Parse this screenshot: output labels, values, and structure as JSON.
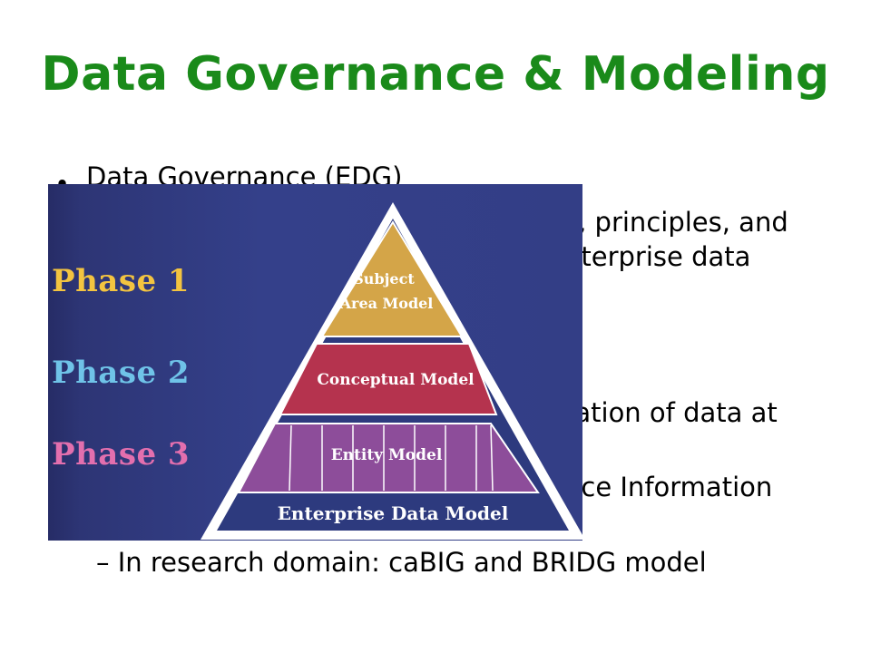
{
  "slide": {
    "title": "Data Governance & Modeling",
    "bullet": "Data Governance (EDG)",
    "hidden_line_1": "s, principles, and",
    "hidden_line_2": "nterprise data",
    "hidden_line_3": "tation of data at",
    "hidden_line_4": "nce Information",
    "sub_bullet": "– In research domain: caBIG and BRIDG model"
  },
  "figure": {
    "phases": [
      {
        "label": "Phase 1",
        "color": "#f3c440"
      },
      {
        "label": "Phase 2",
        "color": "#6fc3e8"
      },
      {
        "label": "Phase 3",
        "color": "#e36fae"
      }
    ],
    "pyramid": {
      "top_label_line1": "Subject",
      "top_label_line2": "Area Model",
      "middle_label": "Conceptual Model",
      "bottom_label": "Entity Model",
      "base_label": "Enterprise Data Model"
    },
    "colors": {
      "top_fill": "#d4a548",
      "middle_fill": "#b5334e",
      "bottom_fill": "#8d4d9a",
      "frame": "#ffffff"
    }
  }
}
